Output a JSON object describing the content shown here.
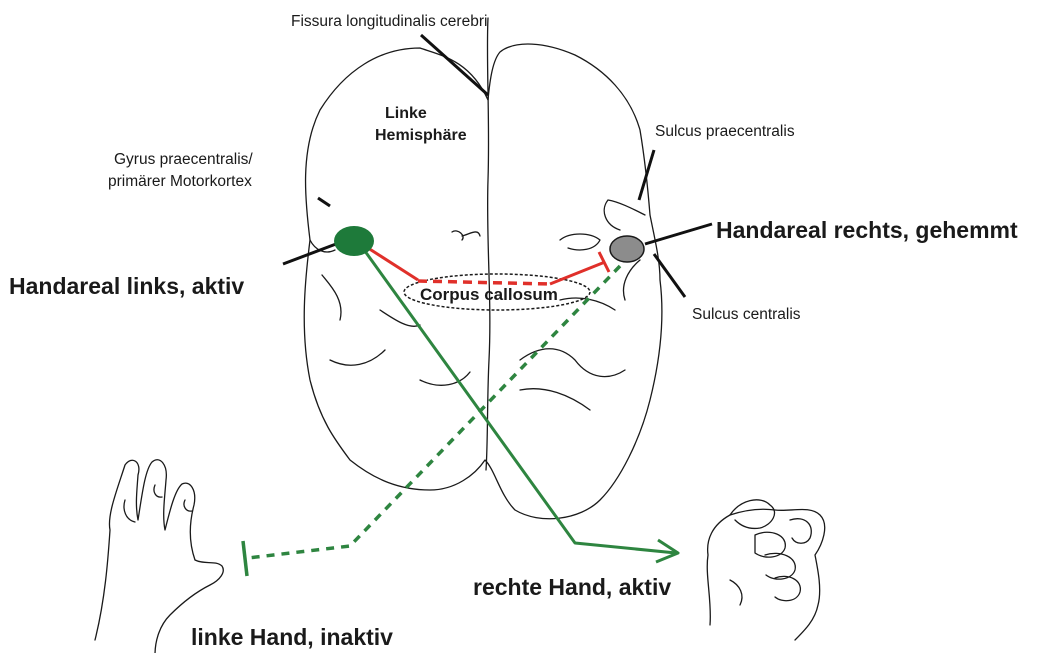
{
  "labels": {
    "fissura": "Fissura longitudinalis cerebri",
    "linke_hemisphaere_1": "Linke",
    "linke_hemisphaere_2": "Hemisphäre",
    "gyrus_1": "Gyrus praecentralis/",
    "gyrus_2": "primärer Motorkortex",
    "sulcus_praecentralis": "Sulcus praecentralis",
    "handareal_rechts": "Handareal rechts, gehemmt",
    "handareal_links": "Handareal links, aktiv",
    "corpus_callosum": "Corpus callosum",
    "sulcus_centralis": "Sulcus centralis",
    "rechte_hand": "rechte Hand, aktiv",
    "linke_hand": "linke Hand, inaktiv"
  },
  "colors": {
    "active_area": "#1e7a3a",
    "inhibited_area": "#8c8c8c",
    "pathway_green": "#2e8540",
    "inhibition_red": "#e0302a",
    "outline": "#1a1a1a"
  }
}
